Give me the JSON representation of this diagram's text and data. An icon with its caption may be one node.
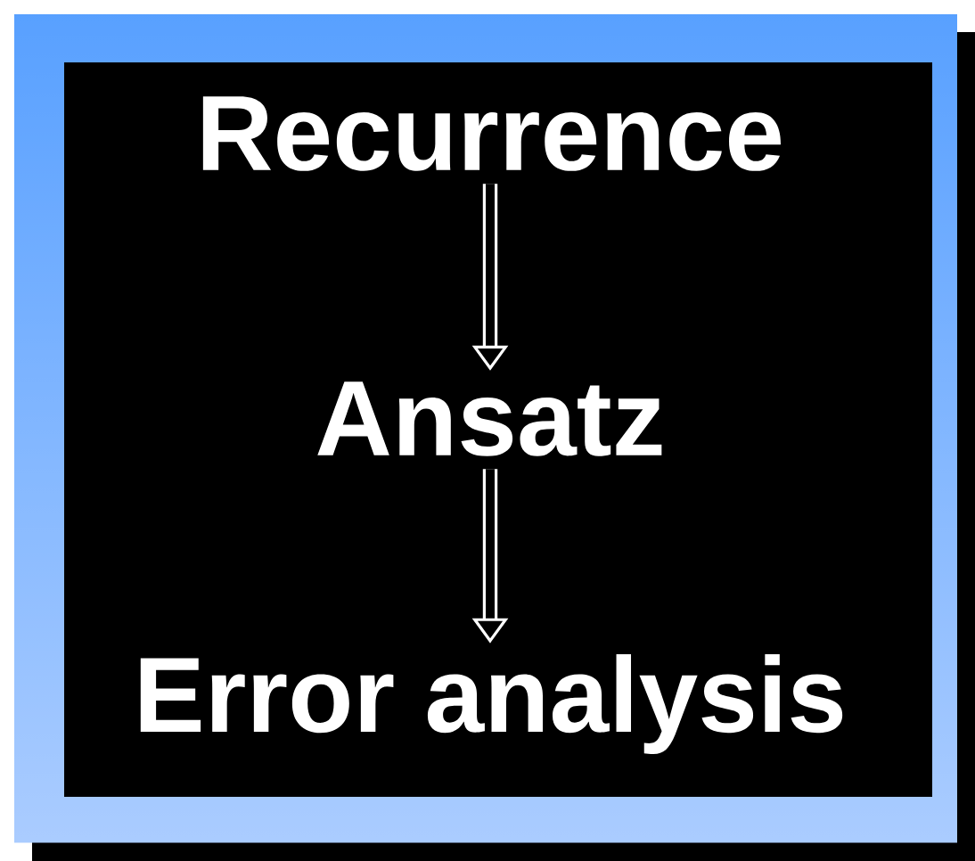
{
  "diagram": {
    "nodes": [
      {
        "text": [
          "Recurrence"
        ]
      },
      {
        "text": [
          "Ansatz"
        ]
      },
      {
        "text": [
          "Error analysis"
        ]
      }
    ],
    "edges": [
      {
        "from": 0,
        "to": 1,
        "arrow": "to"
      },
      {
        "from": 1,
        "to": 2,
        "arrow": "to"
      }
    ]
  }
}
